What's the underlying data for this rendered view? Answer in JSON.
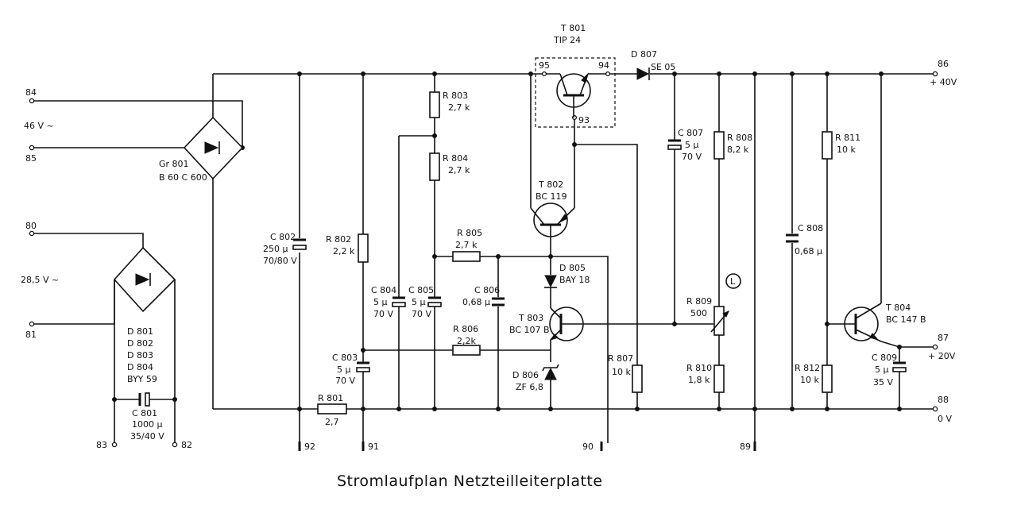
{
  "caption": "Stromlaufplan Netzteilleiterplatte",
  "terminals": {
    "t84": "84",
    "t85": "85",
    "t80": "80",
    "t81": "81",
    "t83": "83",
    "t82": "82",
    "t92": "92",
    "t91": "91",
    "t90": "90",
    "t89": "89",
    "t86": "86",
    "t87": "87",
    "t88": "88"
  },
  "voltages": {
    "in_ac_46": "46 V ~",
    "in_ac_28": "28,5 V ~",
    "out_40": "+ 40V",
    "out_20": "+ 20V",
    "out_0": "0 V"
  },
  "components": {
    "gr801": {
      "name": "Gr 801",
      "value": "B 60  C 600"
    },
    "d801_group": {
      "lines": [
        "D 801",
        "D 802",
        "D 803",
        "D 804",
        "BYY 59"
      ]
    },
    "c801": {
      "name": "C 801",
      "value": "1000 µ",
      "rating": "35/40 V"
    },
    "c802": {
      "name": "C 802",
      "value": "250 µ",
      "rating": "70/80 V"
    },
    "r801": {
      "name": "R 801",
      "value": "2,7"
    },
    "r802": {
      "name": "R 802",
      "value": "2,2 k"
    },
    "c803": {
      "name": "C 803",
      "value": "5 µ",
      "rating": "70 V"
    },
    "r803": {
      "name": "R 803",
      "value": "2,7 k"
    },
    "r804": {
      "name": "R 804",
      "value": "2,7 k"
    },
    "c804": {
      "name": "C 804",
      "value": "5 µ",
      "rating": "70 V"
    },
    "c805": {
      "name": "C 805",
      "value": "5 µ",
      "rating": "70 V"
    },
    "r805": {
      "name": "R 805",
      "value": "2,7 k"
    },
    "r806": {
      "name": "R 806",
      "value": "2,2k"
    },
    "c806": {
      "name": "C 806",
      "value": "0,68 µ"
    },
    "t801": {
      "name": "T 801",
      "type": "TIP 24",
      "pin_left": "95",
      "pin_right": "94",
      "pin_bottom": "93"
    },
    "t802": {
      "name": "T 802",
      "type": "BC 119"
    },
    "d805": {
      "name": "D 805",
      "type": "BAY 18"
    },
    "t803": {
      "name": "T 803",
      "type": "BC 107 B"
    },
    "d806": {
      "name": "D 806",
      "type": "ZF 6,8"
    },
    "d807": {
      "name": "D 807",
      "type": "SE 05"
    },
    "r807": {
      "name": "R 807",
      "value": "10 k"
    },
    "c807": {
      "name": "C 807",
      "value": "5 µ",
      "rating": "70 V"
    },
    "r808": {
      "name": "R 808",
      "value": "8,2 k"
    },
    "r809": {
      "name": "R 809",
      "value": "500",
      "marker": "L"
    },
    "r810": {
      "name": "R 810",
      "value": "1,8 k"
    },
    "c808": {
      "name": "C 808",
      "value": "0,68 µ"
    },
    "r811": {
      "name": "R 811",
      "value": "10 k"
    },
    "r812": {
      "name": "R 812",
      "value": "10 k"
    },
    "t804": {
      "name": "T 804",
      "type": "BC 147 B"
    },
    "c809": {
      "name": "C 809",
      "value": "5 µ",
      "rating": "35 V"
    }
  }
}
